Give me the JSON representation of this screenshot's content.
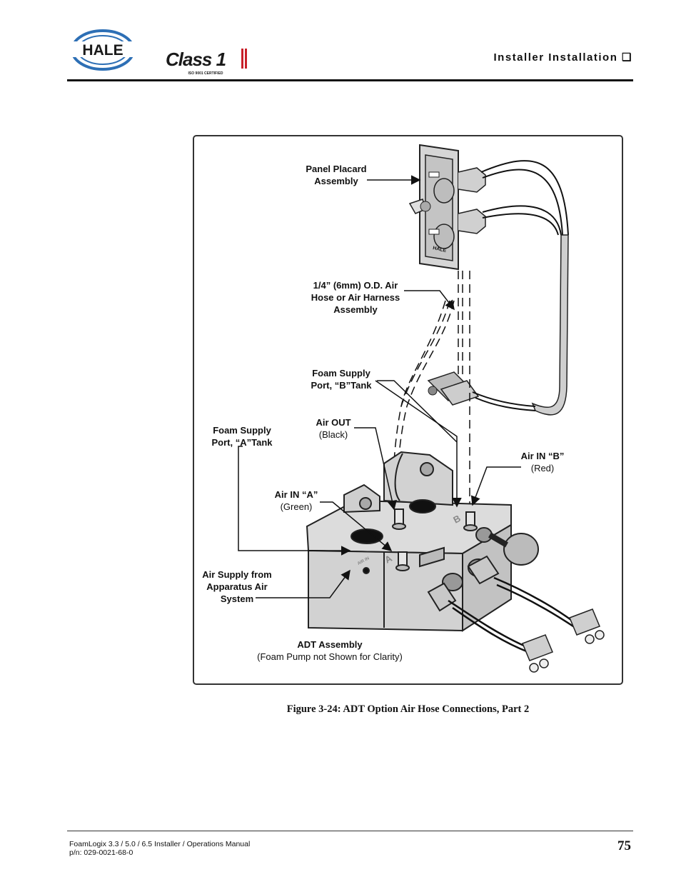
{
  "header": {
    "logo_hale": "HALE",
    "logo_class1": "Class 1",
    "logo_class1_tagline": "ISO 9001 CERTIFIED",
    "section_title": "Installer Installation ❑"
  },
  "figure": {
    "labels": {
      "panel_placard_1": "Panel Placard",
      "panel_placard_2": "Assembly",
      "air_hose_1": "1/4” (6mm) O.D. Air",
      "air_hose_2": "Hose or Air Harness",
      "air_hose_3": "Assembly",
      "foam_b_1": "Foam Supply",
      "foam_b_2": "Port, “B”Tank",
      "air_out_1": "Air OUT",
      "air_out_2": "(Black)",
      "foam_a_1": "Foam Supply",
      "foam_a_2": "Port, “A”Tank",
      "air_in_b_1": "Air IN “B”",
      "air_in_b_2": "(Red)",
      "air_in_a_1": "Air IN “A”",
      "air_in_a_2": "(Green)",
      "air_supply_1": "Air Supply from",
      "air_supply_2": "Apparatus Air",
      "air_supply_3": "System",
      "adt_1": "ADT Assembly",
      "adt_2": "(Foam Pump not Shown for Clarity)",
      "port_a": "A",
      "port_b": "B",
      "air_in_stamp": "AIR IN",
      "placard_brand": "HALE"
    },
    "caption": "Figure 3-24: ADT Option Air Hose Connections, Part 2"
  },
  "footer": {
    "manual": "FoamLogix 3.3 / 5.0 / 6.5 Installer / Operations Manual",
    "part_number": "p/n: 029-0021-68-0",
    "page_number": "75"
  }
}
